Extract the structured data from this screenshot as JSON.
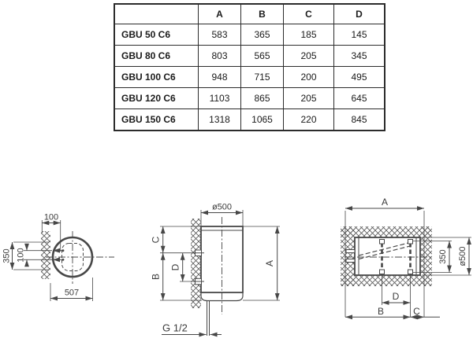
{
  "table": {
    "columns": [
      "",
      "A",
      "B",
      "C",
      "D"
    ],
    "rows": [
      {
        "model": "GBU 50 C6",
        "a": "583",
        "b": "365",
        "c": "185",
        "d": "145"
      },
      {
        "model": "GBU 80 C6",
        "a": "803",
        "b": "565",
        "c": "205",
        "d": "345"
      },
      {
        "model": "GBU 100 C6",
        "a": "948",
        "b": "715",
        "c": "200",
        "d": "495"
      },
      {
        "model": "GBU 120 C6",
        "a": "1103",
        "b": "865",
        "c": "205",
        "d": "645"
      },
      {
        "model": "GBU 150 C6",
        "a": "1318",
        "b": "1065",
        "c": "220",
        "d": "845"
      }
    ]
  },
  "drawings": {
    "top_view": {
      "d_offset_top": "100",
      "d_plate": "350",
      "d_bracket": "100",
      "d_depth": "507"
    },
    "front_view": {
      "d_diameter": "ø500",
      "d_c": "C",
      "d_b": "B",
      "d_d": "D",
      "d_a": "A",
      "d_conn": "G 1/2"
    },
    "side_view": {
      "d_a": "A",
      "d_d": "D",
      "d_b": "B",
      "d_c": "C",
      "d_bracket": "350",
      "d_diameter": "ø500"
    }
  },
  "colors": {
    "line": "#474747",
    "text": "#3c3c3c",
    "table_border": "#2b2b2b"
  }
}
